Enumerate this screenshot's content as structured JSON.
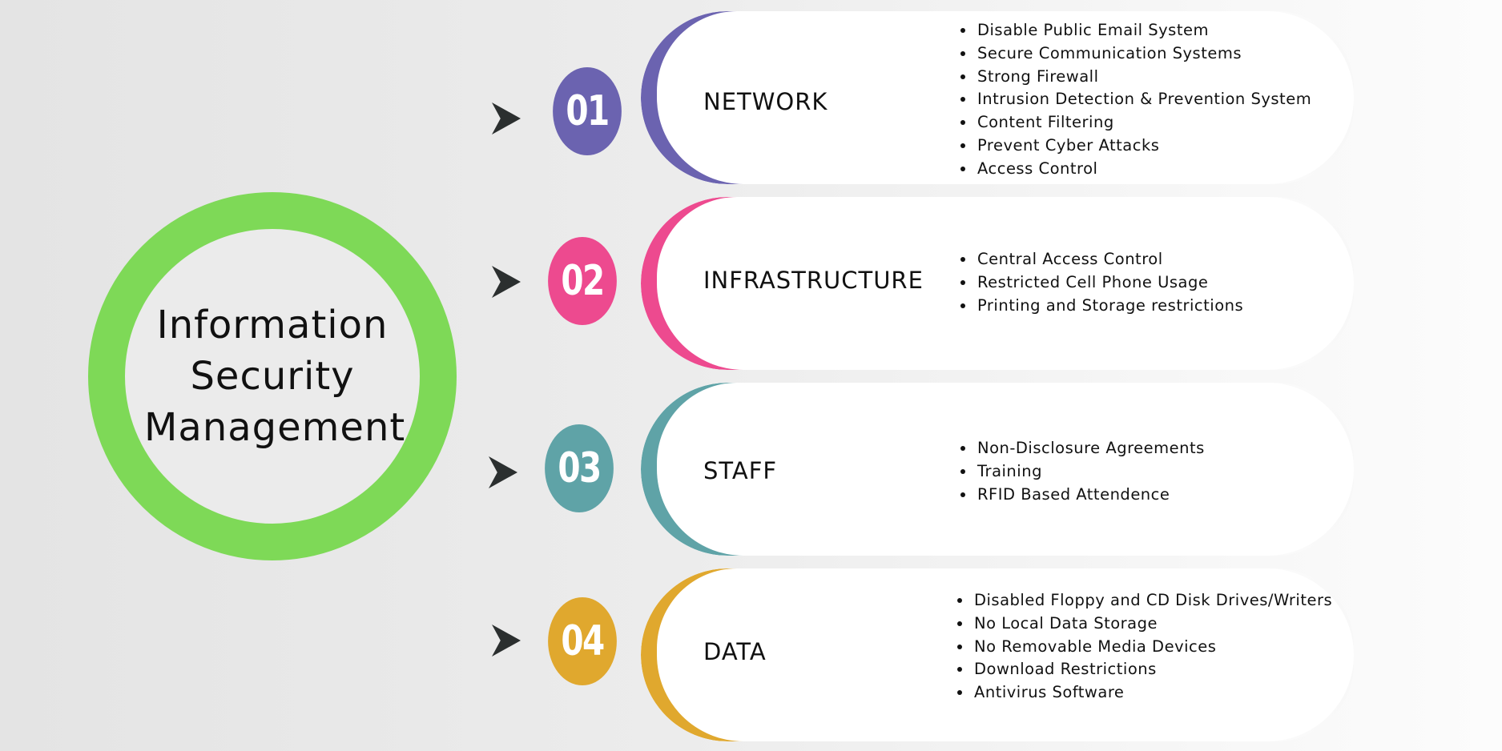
{
  "title": "Information Security Management",
  "title_lines": [
    "Information",
    "Security",
    "Management"
  ],
  "colors": {
    "hub_ring": "#7ed957",
    "arrow": "#2b2f2f"
  },
  "items": [
    {
      "number": "01",
      "label": "NETWORK",
      "color": "#6b63b0",
      "points": [
        "Disable Public Email System",
        "Secure Communication Systems",
        "Strong Firewall",
        "Intrusion Detection &  Prevention System",
        "Content Filtering",
        "Prevent Cyber Attacks",
        "Access Control"
      ]
    },
    {
      "number": "02",
      "label": "INFRASTRUCTURE",
      "color": "#ed4a8f",
      "points": [
        "Central Access Control",
        "Restricted Cell Phone Usage",
        "Printing and Storage restrictions"
      ]
    },
    {
      "number": "03",
      "label": "STAFF",
      "color": "#5fa3a7",
      "points": [
        "Non-Disclosure Agreements",
        "Training",
        "RFID Based Attendence"
      ]
    },
    {
      "number": "04",
      "label": "DATA",
      "color": "#e0a82e",
      "points": [
        "Disabled Floppy and CD Disk Drives/Writers",
        "No Local Data Storage",
        "No Removable Media Devices",
        "Download Restrictions",
        "Antivirus Software"
      ]
    }
  ]
}
